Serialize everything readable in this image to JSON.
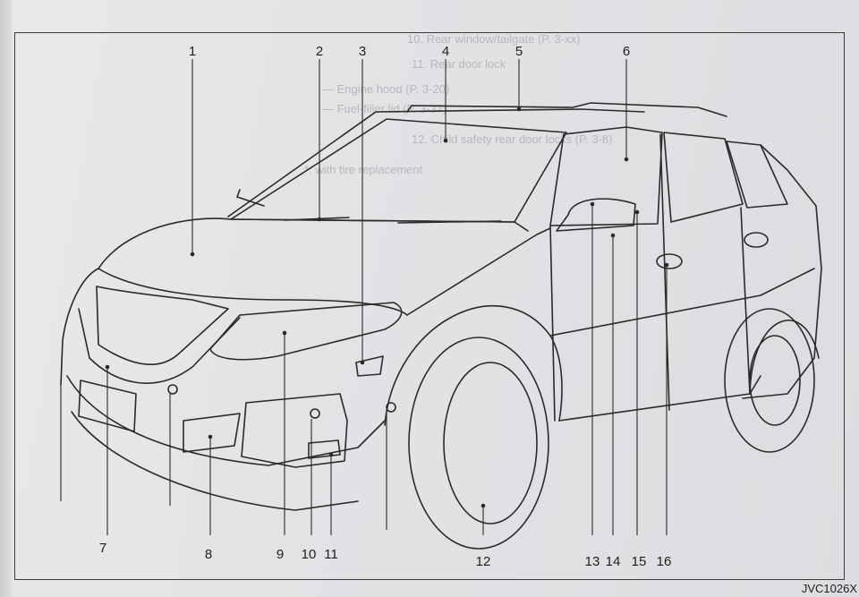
{
  "figure": {
    "code": "JVC1026X",
    "callouts": [
      "1",
      "2",
      "3",
      "4",
      "5",
      "6",
      "7",
      "8",
      "9",
      "10",
      "11",
      "12",
      "13",
      "14",
      "15",
      "16"
    ]
  },
  "bleed_through": {
    "line1": "10. Rear window/tailgate (P. 3-xx)",
    "line2": "11. Rear door lock",
    "line3": "— Engine hood (P. 3-20)",
    "line4": "— Fuel-filler lid (P. 3-37)",
    "line5": "12. Child safety rear door locks (P. 3-8)",
    "line6": "*: with tire replacement"
  },
  "colors": {
    "ink": "#2a2a2a",
    "paper": "#e6e6e9"
  }
}
